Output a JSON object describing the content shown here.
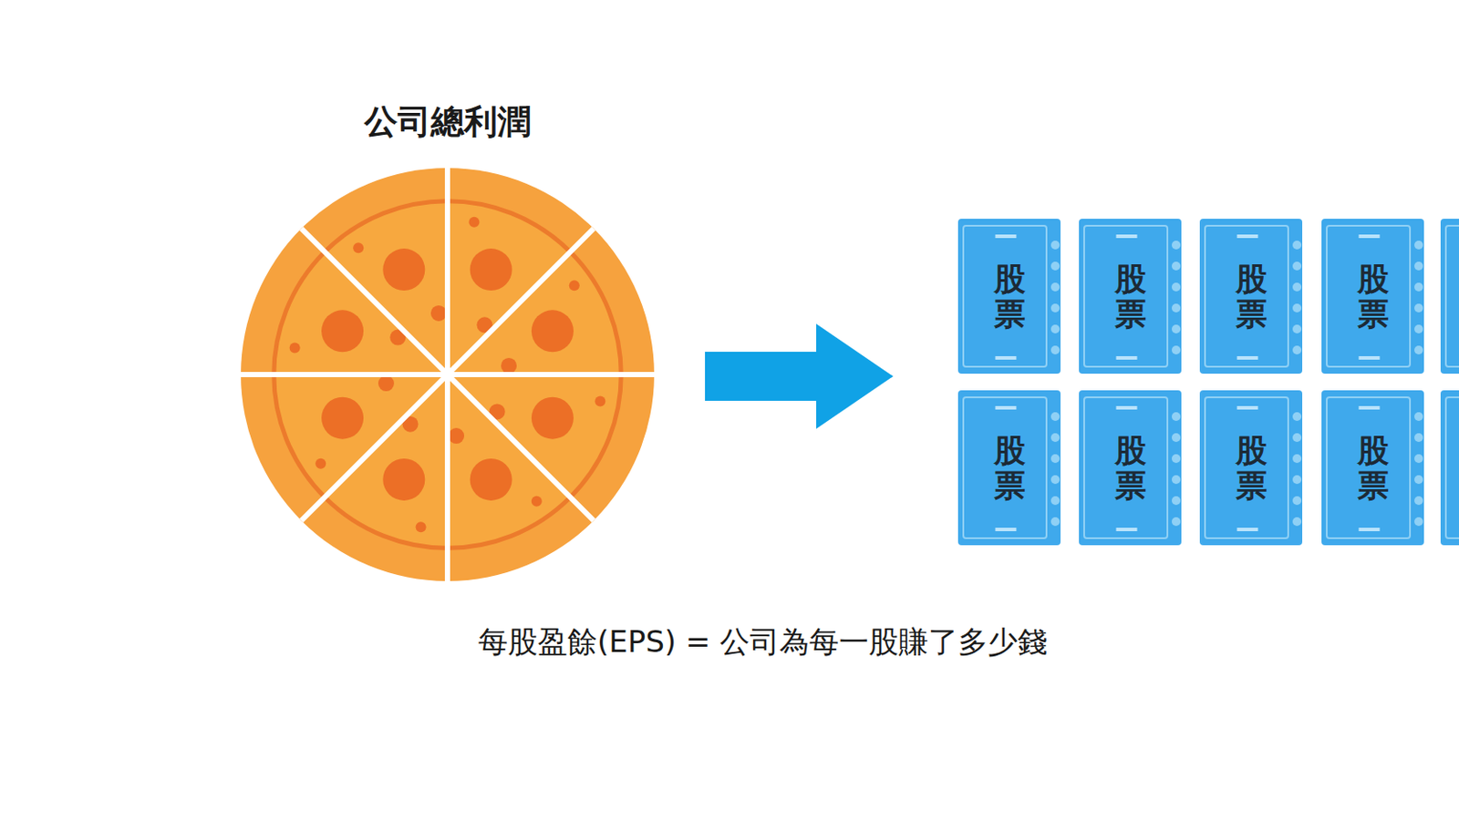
{
  "diagram": {
    "caption": "每股盈餘(EPS) = 公司為每一股賺了多少錢",
    "nodes": [
      {
        "text": [
          "公司總利潤"
        ]
      },
      {
        "text": [
          "股票"
        ]
      },
      {
        "text": [
          "股票"
        ]
      },
      {
        "text": [
          "股票"
        ]
      },
      {
        "text": [
          "股票"
        ]
      },
      {
        "text": [
          "股票"
        ]
      },
      {
        "text": [
          "股票"
        ]
      },
      {
        "text": [
          "股票"
        ]
      },
      {
        "text": [
          "股票"
        ]
      }
    ],
    "edges": [
      {
        "from": 0,
        "to": 1,
        "arrow": "to"
      }
    ]
  }
}
